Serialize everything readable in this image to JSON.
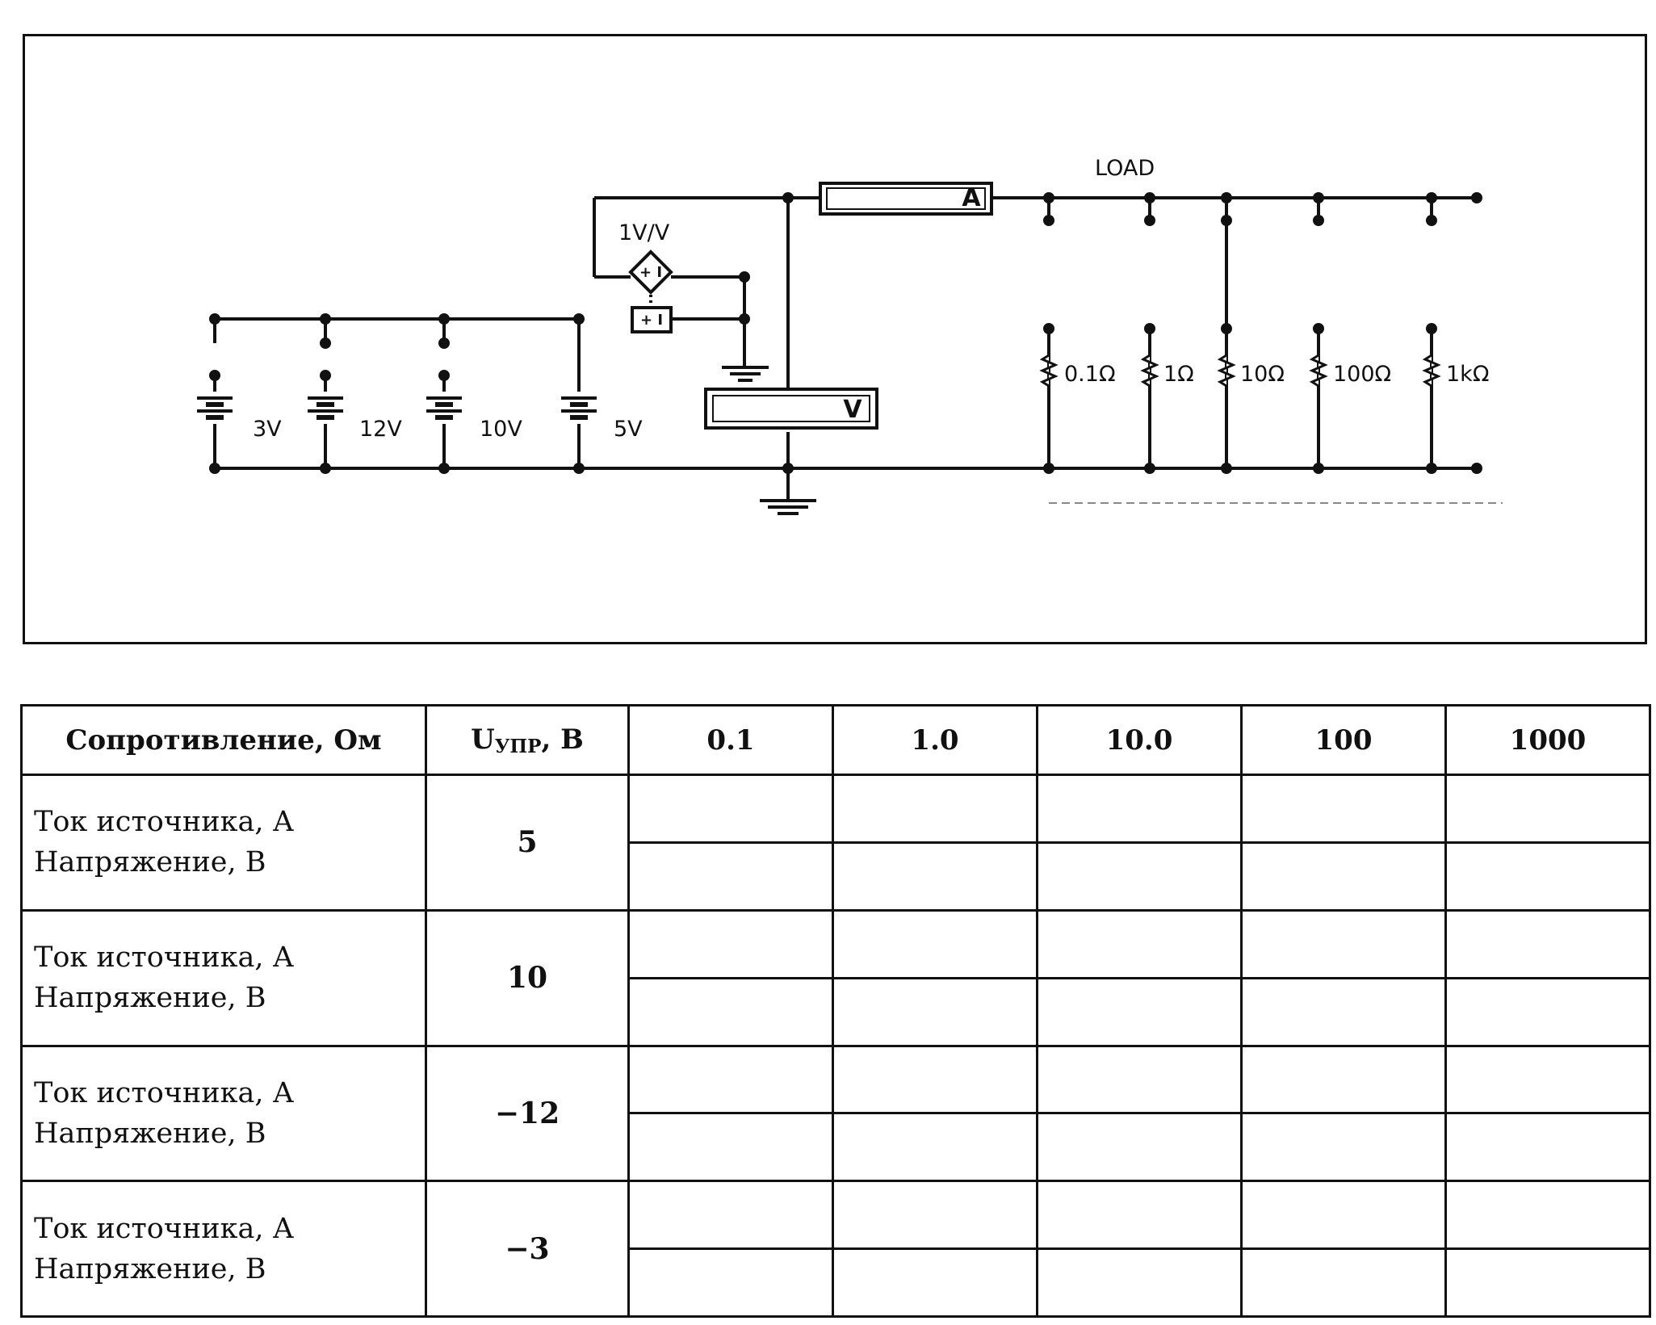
{
  "circuit": {
    "source_labels": [
      "3V",
      "12V",
      "10V",
      "5V"
    ],
    "gain_label": "1V/V",
    "ammeter_label": "A",
    "voltmeter_label": "V",
    "load_label": "LOAD",
    "load_resistor_labels": [
      "0.1Ω",
      "1Ω",
      "10Ω",
      "100Ω",
      "1kΩ"
    ],
    "source_symbol": "+ I"
  },
  "table": {
    "headers": {
      "resistance": "Сопротивление, Ом",
      "u_main": "U",
      "u_sub": "УПР",
      "u_unit": ", В",
      "values": [
        "0.1",
        "1.0",
        "10.0",
        "100",
        "1000"
      ]
    },
    "rows": [
      {
        "label_current": "Ток источника, А",
        "label_voltage": "Напряжение, В",
        "u": "5"
      },
      {
        "label_current": "Ток источника, А",
        "label_voltage": "Напряжение, В",
        "u": "10"
      },
      {
        "label_current": "Ток источника, А",
        "label_voltage": "Напряжение, В",
        "u": "−12"
      },
      {
        "label_current": "Ток источника, А",
        "label_voltage": "Напряжение, В",
        "u": "−3"
      }
    ]
  }
}
